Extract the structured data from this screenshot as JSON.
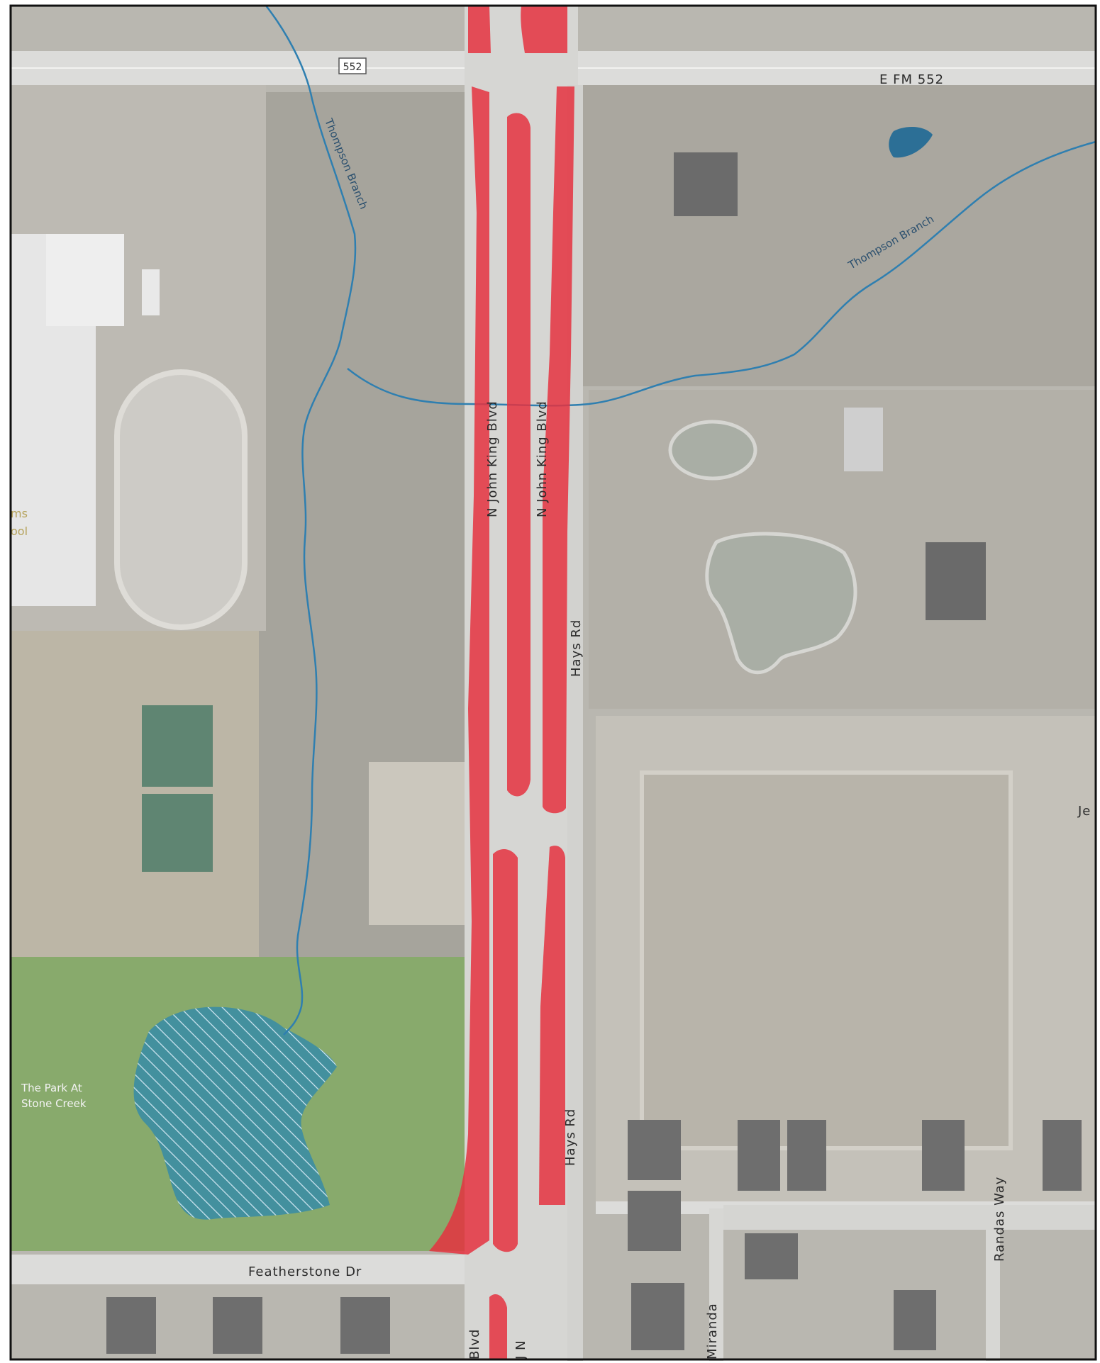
{
  "map": {
    "roads": {
      "fm552_label": "E FM 552",
      "fm552_shield": "552",
      "john_king_west": "N John King Blvd",
      "john_king_east": "N John King Blvd",
      "hays_north": "Hays Rd",
      "hays_south": "Hays Rd",
      "featherstone": "Featherstone Dr",
      "randas": "Randas Way",
      "miranda": "Miranda",
      "blvd_fragment": "Blvd",
      "n_fragment": "J N"
    },
    "streams": {
      "west": "Thompson Branch",
      "east": "Thompson Branch"
    },
    "places": {
      "park_line1": "The Park At",
      "park_line2": "Stone Creek",
      "school_line1": "ms",
      "school_line2": "ool",
      "edge_fragment": "Je"
    },
    "colors": {
      "highlight": "#e5323f",
      "water": "#2c87ae",
      "stream": "#2f7fb0",
      "park": "#7fa860",
      "ground": "#b9b7b0"
    }
  }
}
